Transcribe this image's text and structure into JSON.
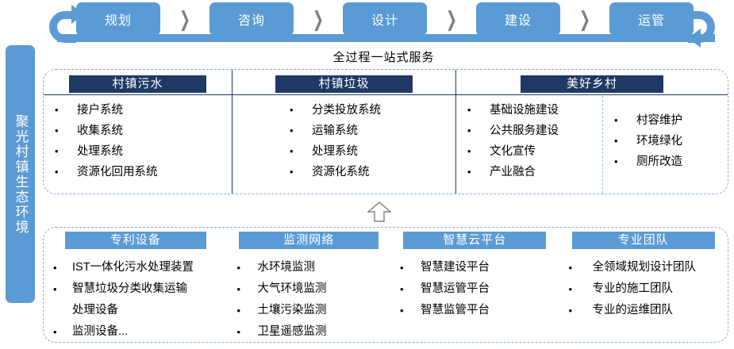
{
  "sidebar": {
    "label": "聚光村镇生态环境"
  },
  "flow": {
    "steps": [
      {
        "label": "规划"
      },
      {
        "label": "咨询"
      },
      {
        "label": "设计"
      },
      {
        "label": "建设"
      },
      {
        "label": "运管"
      }
    ],
    "chevron": "❯",
    "loop_arrow_left": "loop-arrow-left-icon",
    "loop_arrow_right": "loop-arrow-right-icon",
    "accent_color": "#5B9BD5"
  },
  "tagline": "全过程一站式服务",
  "middle_panel": {
    "border_color": "#8FAADC",
    "header_color": "#1F3864",
    "columns": [
      {
        "title": "村镇污水",
        "items": [
          "接户系统",
          "收集系统",
          "处理系统",
          "资源化回用系统"
        ]
      },
      {
        "title": "村镇垃圾",
        "items": [
          "分类投放系统",
          "运输系统",
          "处理系统",
          "资源化系统"
        ]
      },
      {
        "title": "美好乡村",
        "items": [
          "基础设施建设",
          "公共服务建设",
          "文化宣传",
          "产业融合"
        ],
        "items_secondary": [
          "村容维护",
          "环境绿化",
          "厕所改造"
        ]
      }
    ]
  },
  "connector": {
    "icon": "up-arrow-icon"
  },
  "bottom_panel": {
    "border_color": "#8FAADC",
    "header_color": "#5B9BD5",
    "columns": [
      {
        "title": "专利设备",
        "items": [
          {
            "text": "IST一体化污水处理装置",
            "bullet": true
          },
          {
            "text": "智慧垃圾分类收集运输",
            "bullet": true
          },
          {
            "text": "处理设备",
            "bullet": false
          },
          {
            "text": "监测设备...",
            "bullet": true
          }
        ]
      },
      {
        "title": "监测网络",
        "items": [
          {
            "text": "水环境监测",
            "bullet": true
          },
          {
            "text": "大气环境监测",
            "bullet": true
          },
          {
            "text": "土壤污染监测",
            "bullet": true
          },
          {
            "text": "卫星遥感监测",
            "bullet": true
          }
        ]
      },
      {
        "title": "智慧云平台",
        "items": [
          {
            "text": "智慧建设平台",
            "bullet": true
          },
          {
            "text": "智慧运管平台",
            "bullet": true
          },
          {
            "text": "智慧监管平台",
            "bullet": true
          }
        ]
      },
      {
        "title": "专业团队",
        "items": [
          {
            "text": "全领域规划设计团队",
            "bullet": true
          },
          {
            "text": "专业的施工团队",
            "bullet": true
          },
          {
            "text": "专业的运维团队",
            "bullet": true
          }
        ]
      }
    ]
  }
}
